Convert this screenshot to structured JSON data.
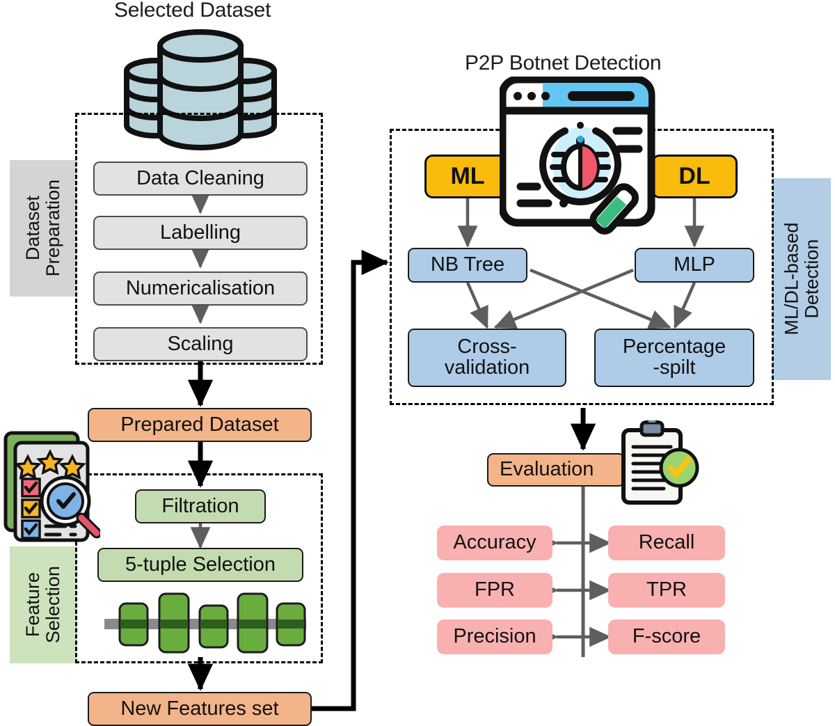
{
  "titles": {
    "selected_dataset": "Selected Dataset",
    "p2p_detection": "P2P Botnet Detection"
  },
  "bands": {
    "dataset_preparation": "Dataset\nPreparation",
    "dataset_preparation_line1": "Dataset",
    "dataset_preparation_line2": "Preparation",
    "feature_selection_line1": "Feature",
    "feature_selection_line2": "Selection",
    "ml_dl_detection_line1": "ML/DL-based",
    "ml_dl_detection_line2": "Detection"
  },
  "dataset_preparation": {
    "steps": [
      {
        "label": "Data Cleaning"
      },
      {
        "label": "Labelling"
      },
      {
        "label": "Numericalisation"
      },
      {
        "label": "Scaling"
      }
    ]
  },
  "prepared_dataset": {
    "label": "Prepared Dataset"
  },
  "feature_selection": {
    "steps": [
      {
        "label": "Filtration"
      },
      {
        "label": "5-tuple Selection"
      }
    ]
  },
  "new_features_set": {
    "label": "New Features set"
  },
  "detection": {
    "branches": [
      {
        "label": "ML"
      },
      {
        "label": "DL"
      }
    ],
    "models": [
      {
        "label": "NB Tree"
      },
      {
        "label": "MLP"
      }
    ],
    "validation": [
      {
        "label": "Cross-\nvalidation",
        "line1": "Cross-",
        "line2": "validation"
      },
      {
        "label": "Percentage\n-spilt",
        "line1": "Percentage",
        "line2": "-spilt"
      }
    ]
  },
  "evaluation": {
    "label": "Evaluation",
    "metrics_left": [
      {
        "label": "Accuracy"
      },
      {
        "label": "FPR"
      },
      {
        "label": "Precision"
      }
    ],
    "metrics_right": [
      {
        "label": "Recall"
      },
      {
        "label": "TPR"
      },
      {
        "label": "F-score"
      }
    ]
  },
  "icons": {
    "database_stack": "database-stack-icon",
    "bug_scan_window": "bug-scan-window-icon",
    "checklist_magnifier": "checklist-magnifier-icon",
    "clipboard_check": "clipboard-check-icon",
    "feature_slider": "feature-slider-icon"
  },
  "colors": {
    "grey_node": "#e2e2e2",
    "orange_node": "#f3b489",
    "green_node": "#c2dcb0",
    "blue_node": "#aecce8",
    "yellow_node": "#f9bc0c",
    "pink_node": "#f9b0b0",
    "band_grey": "#d4d4d4",
    "band_green": "#cde3bd",
    "band_blue": "#b3cde6",
    "arrow_grey": "#5e5e5e",
    "arrow_black": "#000000",
    "database_fill": "#b9d4da",
    "slider_green": "#6aad3f"
  }
}
